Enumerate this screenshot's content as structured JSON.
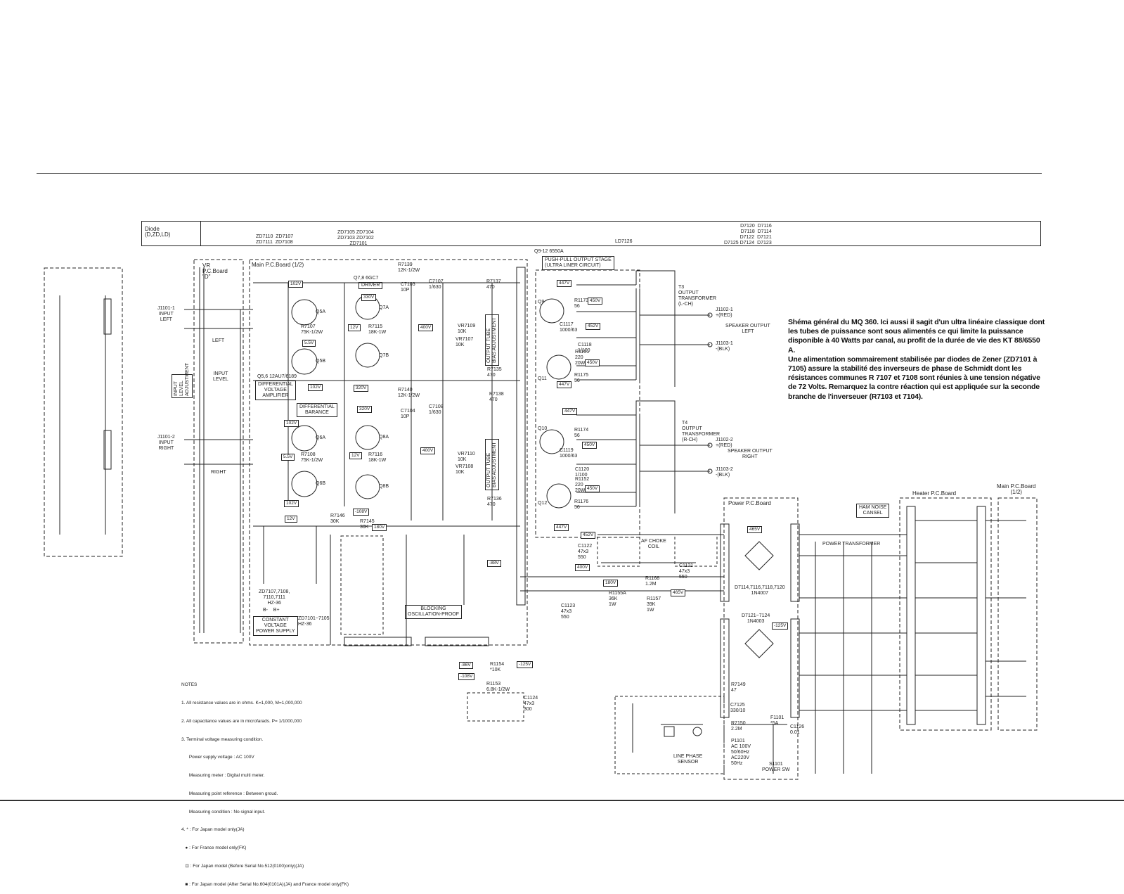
{
  "diode_table": {
    "header": "Diode\n(D,ZD,LD)",
    "col1": "ZD7110  ZD7107\nZD7111  ZD7108",
    "col2": "ZD7105 ZD7104\nZD7103 ZD7102\n         ZD7101",
    "ld": "LD7126",
    "right": "D7120  D7116\nD7118  D7114\nD7122  D7121\nD7125 D7124  D7123"
  },
  "boards": {
    "vr": "VR\nP.C.Board\n\"D\"",
    "main": "Main P.C.Board (1/2)",
    "power": "Power P.C.Board",
    "heater": "Heater P.C.Board",
    "main2": "Main P.C.Board\n(1/2)"
  },
  "blocks": {
    "input_level": "INPUT\nLEVEL\nADJUSTMENT",
    "diff_amp": "DIFFERENTIAL\nVOLTAGE\nAMPLIFIER",
    "diff_bal": "DIFFERENTIAL\nBARANCE",
    "driver": "DRIVER",
    "output_stage": "PUSH-PULL OUTPUT STAGE\n(ULTRA LINER CIRCUIT)",
    "bias1": "OUTPUT TUBE\nBIAS ADJUSTMENT",
    "bias2": "OUTPUT TUBE\nBIAS ADJUSTMENT",
    "cv_supply": "CONSTANT\nVOLTAGE\nPOWER SUPPLY",
    "blocking": "BLOCKING\nOSCILLATION-PROOF",
    "ham": "HAM NOISE\nCANSEL",
    "choke": "AF CHOKE\nCOIL",
    "line_phase": "LINE PHASE\nSENSOR",
    "power_sw": "S1101\nPOWER SW",
    "power_transformer": "POWER TRANSFORMER"
  },
  "labels": {
    "j1101_1": "J1101-1\nINPUT\nLEFT",
    "j1101_2": "J1101-2\nINPUT\nRIGHT",
    "left": "LEFT",
    "right": "RIGHT",
    "input_level": "INPUT\nLEVEL",
    "q56": "Q5,6 12AU7/6189",
    "q78": "Q7,8 6GC7",
    "q912": "Q9-12 6550A",
    "t3": "T3\nOUTPUT\nTRANSFORMER\n(L-CH)",
    "t4": "T4\nOUTPUT\nTRANSFORMER\n(R-CH)",
    "spk_left": "SPEAKER OUTPUT\nLEFT",
    "spk_right": "SPEAKER OUTPUT\nRIGHT",
    "j1102_1": "J1102-1\n+(RED)",
    "j1103_1": "J1103-1\n-(BLK)",
    "j1102_2": "J1102-2\n+(RED)",
    "j1103_2": "J1103-2\n-(BLK)",
    "ac_in": "P1101\nAC 100V\n50/60Hz\nAC220V\n50Hz",
    "zd_note1": "ZD7107,7108,\n7110,7111\nHZ-36",
    "zd_note2": "ZD7101~7105\nHZ-36",
    "d_note1": "D7114,7116,7118,7120\n1N4007",
    "d_note2": "D7121~7124\n1N4003",
    "bplus": "B-    B+"
  },
  "voltages": [
    "102V",
    "5.5V",
    "102V",
    "330V",
    "12V",
    "320V",
    "400V",
    "447V",
    "450V",
    "452V",
    "447V",
    "450V",
    "320V",
    "102V",
    "5.5V",
    "102V",
    "12V",
    "400V",
    "447V",
    "450V",
    "447V",
    "450V",
    "-108V",
    "180V",
    "-88V",
    "400V",
    "180V",
    "465V",
    "452V",
    "465V",
    "-125V",
    "-86V",
    "-108V",
    "-125V",
    "12V"
  ],
  "tube_labels": [
    "Q5A",
    "Q5B",
    "Q6A",
    "Q6B",
    "Q7A",
    "Q7B",
    "Q8A",
    "Q8B",
    "Q9",
    "Q10",
    "Q11",
    "Q12"
  ],
  "parts": [
    "R7107\n75K-1/2W",
    "R7108\n75K-1/2W",
    "R7115\n18K-1W",
    "R7116\n18K-1W",
    "R7139\n12K-1/2W",
    "R7140\n12K-1/2W",
    "C7107\n1/630",
    "C7108\n1/630",
    "C7103\n10P",
    "C7104\n10P",
    "R7137\n470",
    "R7138\n470",
    "R7135\n470",
    "R7136\n470",
    "VR7109\n10K",
    "VR7107\n10K",
    "VR7110\n10K",
    "VR7108\n10K",
    "R1173\n56",
    "R1175\n56",
    "R1174\n56",
    "R1176\n56",
    "C1117\n1000/63",
    "C1118\n1/100",
    "R1151\n220\n20W",
    "C1119\n1000/63",
    "C1120\n1/100",
    "R1152\n220\n20W",
    "R7145\n30K",
    "R7146\n30K",
    "C1122\n47x3\n550",
    "C1121\n47x3\n550",
    "C1123\n47x3\n550",
    "R1155A\n36K\n1W",
    "R1157\n39K\n1W",
    "R1168\n1.2M",
    "R1154\n*10K",
    "R1153\n6.8K-1/2W",
    "C1124\n47x3\n300",
    "C7125\n330/10",
    "R7149\n47",
    "R7150\n2.2M",
    "C1126\n0.01",
    "F1101\n*5A"
  ],
  "description": [
    "Shéma général du MQ 360. Ici aussi il sagit d'un ultra linéaire classique dont les tubes de puissance sont sous alimentés ce qui limite la puissance disponible à 40 Watts par canal, au profit de la durée de vie des KT 88/6550 A.",
    "Une alimentation sommairement stabilisée par diodes de Zener (ZD7101 à 7105) assure la stabilité des inverseurs de phase de Schmidt dont les résistances communes R 7107 et 7108 sont réunies à une tension négative de 72 Volts. Remarquez la contre réaction qui est appliquée sur la seconde branche de l'inverseuer (R7103 et 7104)."
  ],
  "notes": [
    "NOTES",
    "1. All resistance values are in ohms. K=1,000, M=1,000,000",
    "2. All capacitance values are in microfarads. P= 1/1000,000",
    "3. Terminal voltage measuring condition.",
    "      Power supply voltage : AC 100V",
    "      Measuring meter : Digital multi meter.",
    "      Measuring point reference : Between groud.",
    "      Measuring condition : No signal input.",
    "4. * : For Japan model only(JA)",
    "   ● : For France model only(FK)",
    "   ⊡ : For Japan model (Before Serial No.512(0100)only)(JA)",
    "   ■ : For Japan model (After Serial No.604(0101A)(JA) and France model only(FK)"
  ],
  "colors": {
    "ink": "#222222",
    "paper": "#ffffff"
  }
}
